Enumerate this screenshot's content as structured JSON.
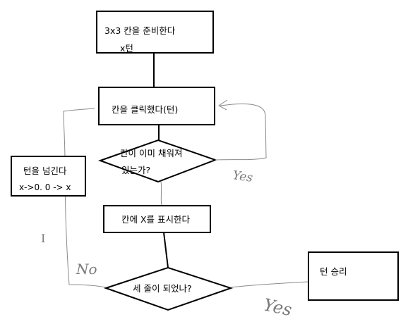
{
  "nodes": {
    "prepare": {
      "line1": "3x3 칸을 준비한다",
      "line2": "x턴"
    },
    "click": {
      "label": "칸을 클릭했다(턴)"
    },
    "filled": {
      "line1": "칸이 이미 채워져",
      "line2": "있는가?"
    },
    "pass_turn": {
      "line1": "턴을 넘긴다",
      "line2": "x->0. 0 -> x"
    },
    "mark": {
      "label": "칸에 X를 표시한다"
    },
    "three_line": {
      "label": "세 줄이 되었나?"
    },
    "win": {
      "label": "턴 승리"
    }
  },
  "annotations": {
    "yes_filled": "Yes",
    "no_three_line": "No",
    "yes_three_line": "Yes",
    "cursor_mark": "I"
  },
  "colors": {
    "box_stroke": "#000000",
    "hand_line": "#8a8a8a"
  }
}
